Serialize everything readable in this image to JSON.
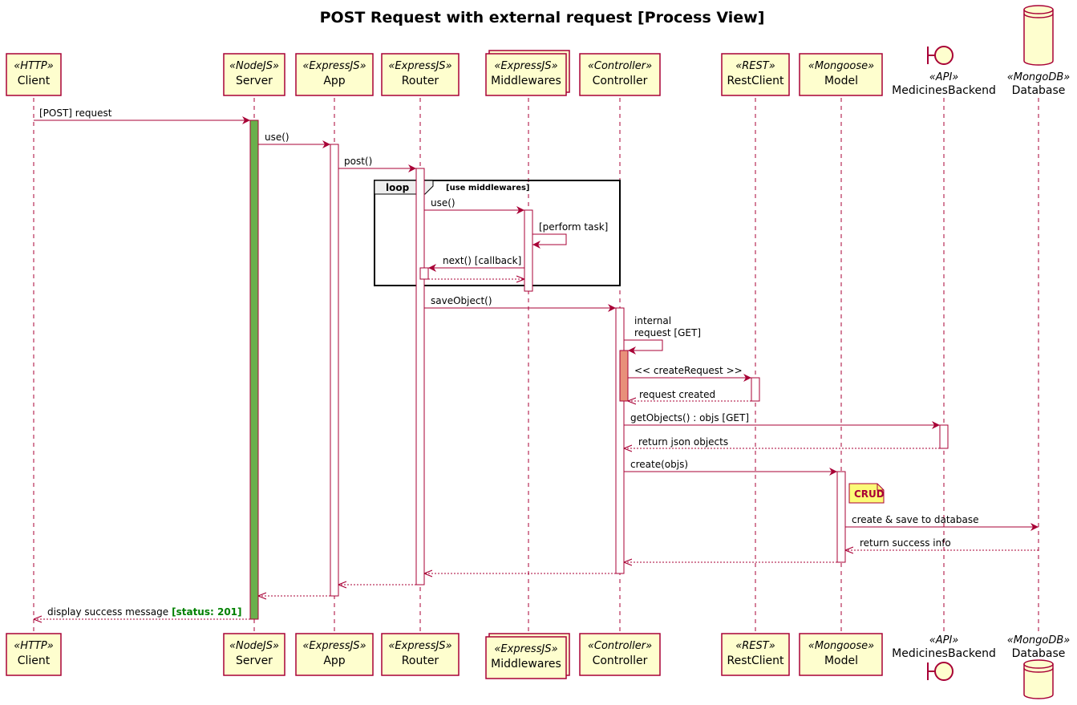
{
  "diagram": {
    "title": "POST Request with external request [Process View]",
    "participants": [
      {
        "id": "client",
        "stereotype": "«HTTP»",
        "name": "Client",
        "shape": "box"
      },
      {
        "id": "server",
        "stereotype": "«NodeJS»",
        "name": "Server",
        "shape": "box"
      },
      {
        "id": "app",
        "stereotype": "«ExpressJS»",
        "name": "App",
        "shape": "box"
      },
      {
        "id": "router",
        "stereotype": "«ExpressJS»",
        "name": "Router",
        "shape": "box"
      },
      {
        "id": "middlewares",
        "stereotype": "«ExpressJS»",
        "name": "Middlewares",
        "shape": "collections"
      },
      {
        "id": "controller",
        "stereotype": "«Controller»",
        "name": "Controller",
        "shape": "box"
      },
      {
        "id": "restclient",
        "stereotype": "«REST»",
        "name": "RestClient",
        "shape": "box"
      },
      {
        "id": "model",
        "stereotype": "«Mongoose»",
        "name": "Model",
        "shape": "box"
      },
      {
        "id": "medicines",
        "stereotype": "«API»",
        "name": "MedicinesBackend",
        "shape": "boundary"
      },
      {
        "id": "database",
        "stereotype": "«MongoDB»",
        "name": "Database",
        "shape": "database"
      }
    ],
    "messages": [
      {
        "label": "[POST] request"
      },
      {
        "label": "use()"
      },
      {
        "label": "post()"
      },
      {
        "label": "use()"
      },
      {
        "label": "[perform task]"
      },
      {
        "label": "next() [callback]"
      },
      {
        "label": "saveObject()"
      },
      {
        "label": "internal"
      },
      {
        "label": "request [GET]"
      },
      {
        "label": "<< createRequest >>"
      },
      {
        "label": "request created"
      },
      {
        "label": "getObjects() : objs [GET]"
      },
      {
        "label": "return json objects"
      },
      {
        "label": "create(objs)"
      },
      {
        "label": "create & save to database"
      },
      {
        "label": "return success info"
      },
      {
        "label": "display success message",
        "status": "[status: 201]"
      }
    ],
    "loop": {
      "label": "loop",
      "guard": "[use middlewares]"
    },
    "note": {
      "text": "CRUD"
    },
    "colors": {
      "line": "#A80036",
      "participant_fill": "#FEFECE",
      "server_activation": "#6AB04C",
      "internal_activation": "#E8907A",
      "note_fill": "#FBFB77",
      "status_text": "#008000"
    }
  }
}
